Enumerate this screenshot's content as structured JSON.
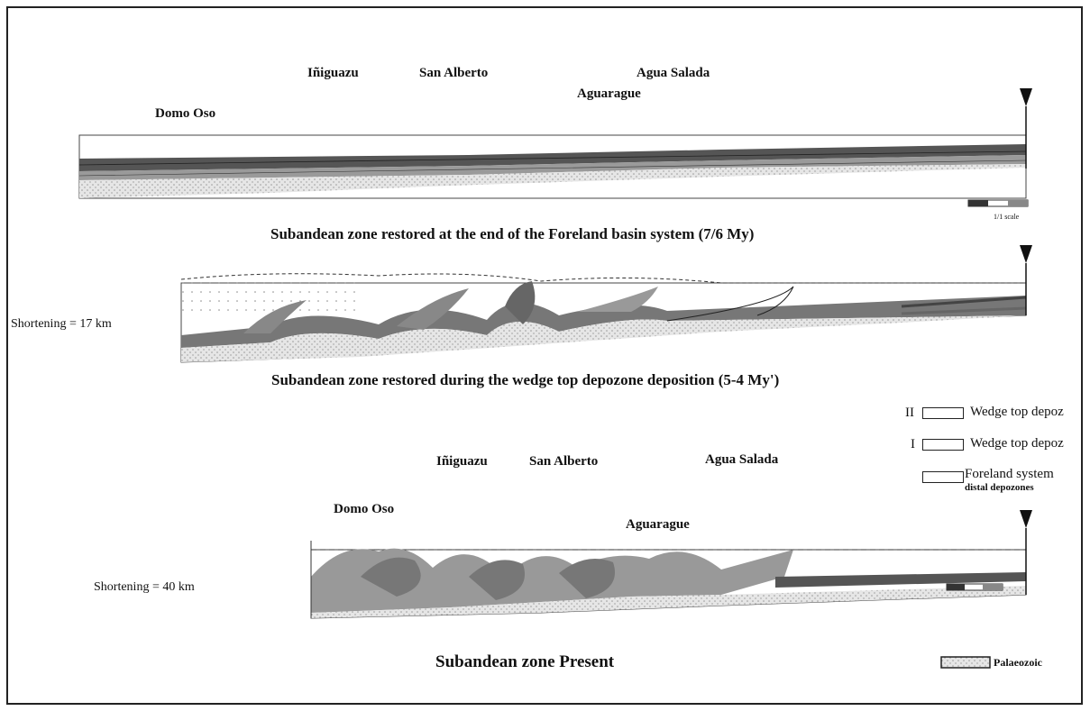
{
  "sections": {
    "top": {
      "labels": {
        "domo_oso": "Domo Oso",
        "inguazu": "Iñiguazu",
        "san_alberto": "San Alberto",
        "aguarague": "Aguarague",
        "agua_salada": "Agua Salada"
      },
      "caption": "Subandean zone restored at the end of the Foreland basin system (7/6 My)",
      "scale_label": "1/1 scale"
    },
    "middle": {
      "shortening": "Shortening = 17 km",
      "caption": "Subandean zone restored during the wedge top depozone deposition (5-4 My')"
    },
    "bottom": {
      "labels": {
        "domo_oso": "Domo Oso",
        "inguazu": "Iñiguazu",
        "san_alberto": "San Alberto",
        "aguarague": "Aguarague",
        "agua_salada": "Agua Salada"
      },
      "shortening": "Shortening = 40 km",
      "caption": "Subandean zone Present"
    }
  },
  "legend": {
    "items": [
      {
        "roman": "II",
        "label": "Wedge top depoz"
      },
      {
        "roman": "I",
        "label": "Wedge top depoz"
      },
      {
        "roman": "",
        "label": "Foreland system",
        "sublabel": "distal depozones"
      }
    ],
    "palaeozoic": "Palaeozoic"
  }
}
